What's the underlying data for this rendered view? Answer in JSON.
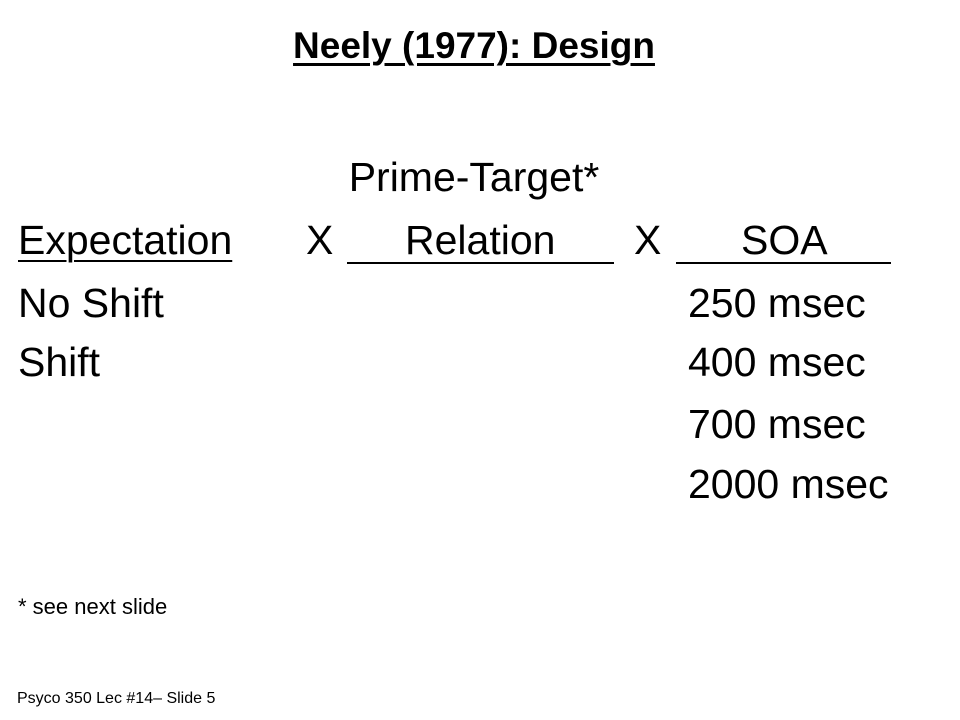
{
  "slide": {
    "title": "Neely (1977): Design",
    "prime_target_label": "Prime-Target*",
    "header": {
      "expectation": "Expectation",
      "times_1": "X",
      "relation": "Relation",
      "times_2": "X",
      "soa": "SOA"
    },
    "expectation_levels": [
      "No Shift",
      "Shift"
    ],
    "soa_levels": [
      "250 msec",
      "400 msec",
      "700 msec",
      "2000 msec"
    ],
    "footnote": "* see next slide",
    "slide_number": "Psyco 350 Lec #14– Slide 5"
  }
}
